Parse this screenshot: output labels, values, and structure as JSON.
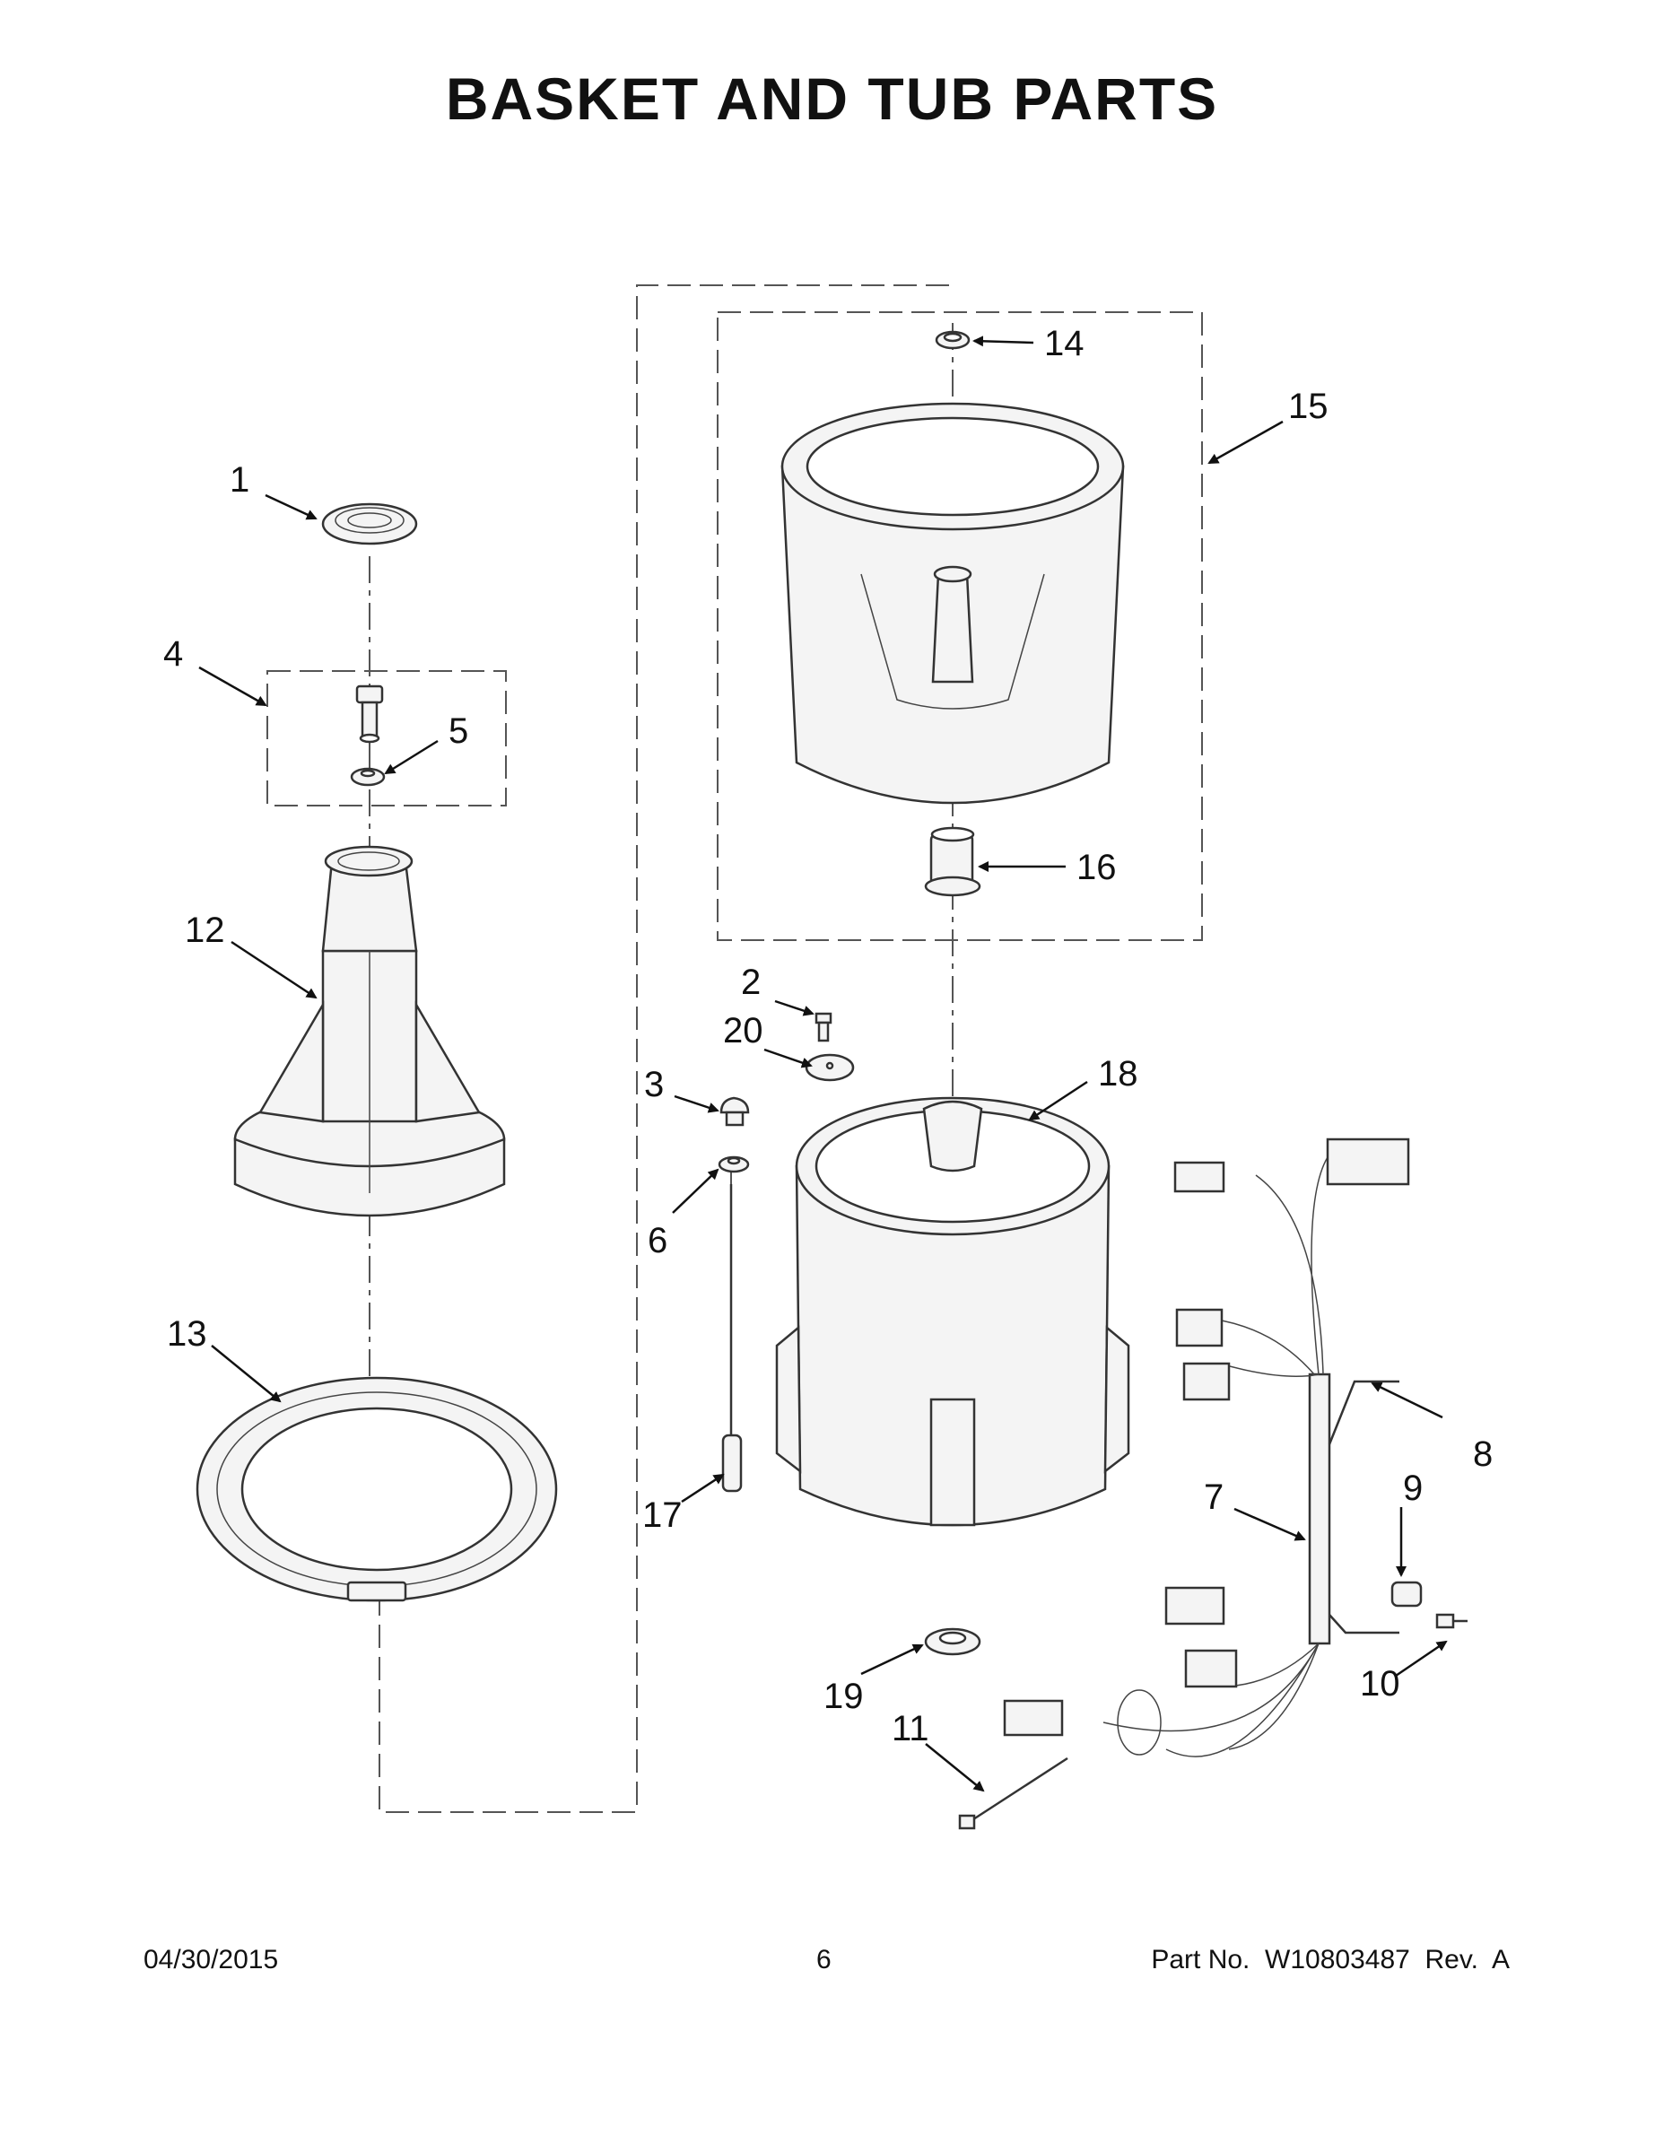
{
  "title": "BASKET AND TUB PARTS",
  "footer": {
    "date": "04/30/2015",
    "page": "6",
    "part_no": "Part No.  W10803487  Rev.  A"
  },
  "callouts": {
    "c1": "1",
    "c2": "2",
    "c3": "3",
    "c4": "4",
    "c5": "5",
    "c6": "6",
    "c7": "7",
    "c8": "8",
    "c9": "9",
    "c10": "10",
    "c11": "11",
    "c12": "12",
    "c13": "13",
    "c14": "14",
    "c15": "15",
    "c16": "16",
    "c17": "17",
    "c18": "18",
    "c19": "19",
    "c20": "20"
  }
}
